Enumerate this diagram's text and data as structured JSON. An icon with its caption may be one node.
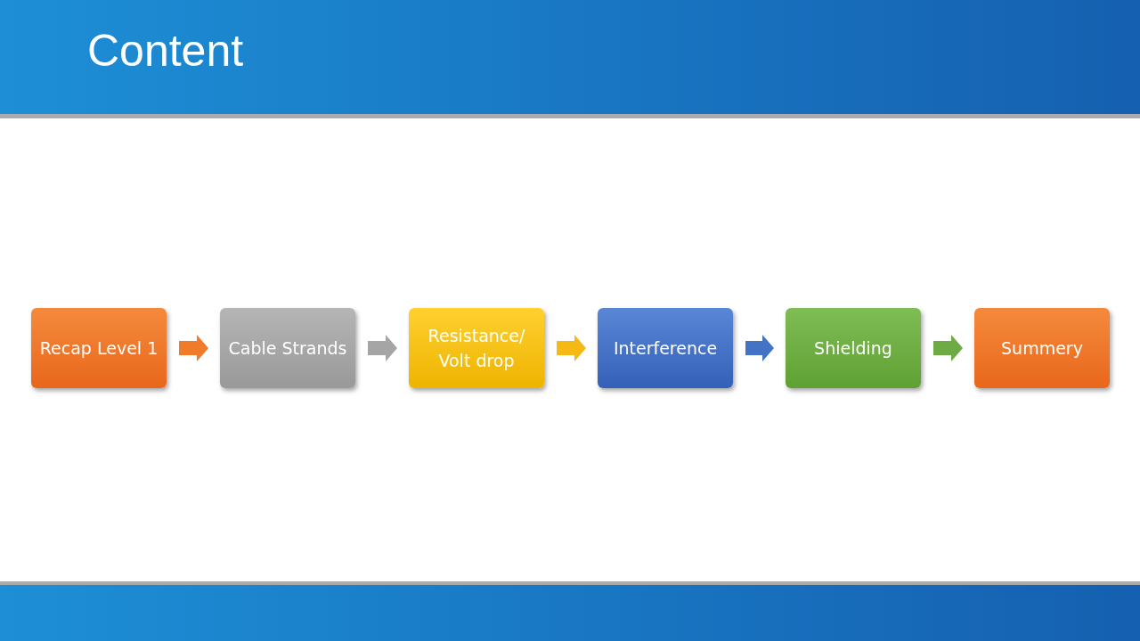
{
  "diagram": {
    "title": "Content",
    "nodes": [
      {
        "text": [
          "Recap Level 1"
        ]
      },
      {
        "text": [
          "Cable Strands"
        ]
      },
      {
        "text": [
          "Resistance/ Volt drop"
        ]
      },
      {
        "text": [
          "Interference"
        ]
      },
      {
        "text": [
          "Shielding"
        ]
      },
      {
        "text": [
          "Summery"
        ]
      }
    ],
    "edges": [
      {
        "from": 0,
        "to": 1,
        "arrow": "to",
        "style": "thick",
        "color": "#ef7b2b"
      },
      {
        "from": 1,
        "to": 2,
        "arrow": "to",
        "style": "thick",
        "color": "#a5a5a5"
      },
      {
        "from": 2,
        "to": 3,
        "arrow": "to",
        "style": "thick",
        "color": "#f5b915"
      },
      {
        "from": 3,
        "to": 4,
        "arrow": "to",
        "style": "thick",
        "color": "#4472c4"
      },
      {
        "from": 4,
        "to": 5,
        "arrow": "to",
        "style": "thick",
        "color": "#6eab45"
      }
    ]
  }
}
